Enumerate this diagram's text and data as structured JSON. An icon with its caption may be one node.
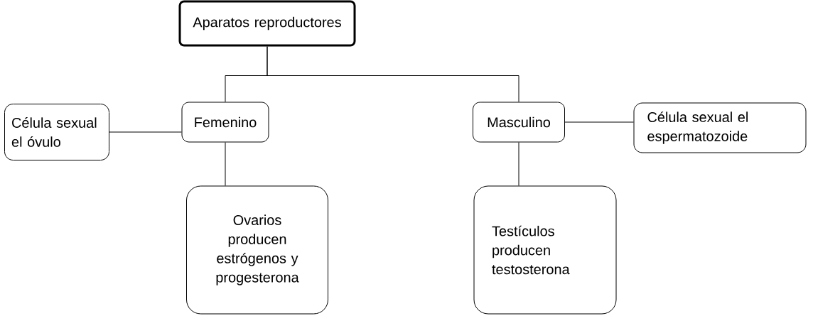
{
  "diagram": {
    "nodes": [
      {
        "text": [
          "Aparatos reproductores"
        ]
      },
      {
        "text": [
          "Célula sexual el óvulo"
        ]
      },
      {
        "text": [
          "Femenino"
        ]
      },
      {
        "text": [
          "Masculino"
        ]
      },
      {
        "text": [
          "Célula sexual el espermatozoide"
        ]
      },
      {
        "text": [
          "Ovarios producen estrógenos y progesterona"
        ]
      },
      {
        "text": [
          "Testículos producen testosterona"
        ]
      }
    ],
    "edges": [
      {
        "from": 0,
        "to": 2,
        "arrow": "none"
      },
      {
        "from": 0,
        "to": 3,
        "arrow": "none"
      },
      {
        "from": 1,
        "to": 2,
        "arrow": "none"
      },
      {
        "from": 2,
        "to": 5,
        "arrow": "none"
      },
      {
        "from": 3,
        "to": 4,
        "arrow": "none"
      },
      {
        "from": 3,
        "to": 6,
        "arrow": "none"
      }
    ]
  }
}
